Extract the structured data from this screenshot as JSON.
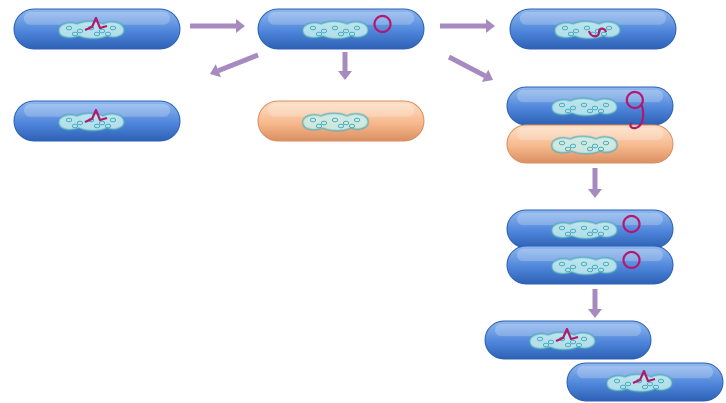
{
  "diagram": {
    "colors": {
      "background": "#ffffff",
      "blue_cell_light": "#8fb8ee",
      "blue_cell": "#4f86db",
      "blue_cell_dark": "#2d61b5",
      "orange_cell_light": "#fde0c6",
      "orange_cell": "#f7b98d",
      "orange_cell_dark": "#d98f61",
      "nucleoid": "#c8f0ef",
      "nucleoid_outline": "#3aa8b8",
      "plasmid": "#b3186e",
      "arrow": "#a78bc0"
    },
    "cells": [
      {
        "id": "donor-start",
        "kind": "blue-cell",
        "insert": "integrated-plasmid"
      },
      {
        "id": "excised",
        "kind": "blue-cell",
        "insert": "free-plasmid"
      },
      {
        "id": "reintegrated",
        "kind": "blue-cell",
        "insert": "integrated-loop"
      },
      {
        "id": "donor-stable",
        "kind": "blue-cell",
        "insert": "integrated-plasmid"
      },
      {
        "id": "cured",
        "kind": "orange-cell",
        "insert": "none"
      },
      {
        "id": "conjugating-donor",
        "kind": "blue-cell",
        "insert": "transfer-plasmid"
      },
      {
        "id": "recipient",
        "kind": "orange-cell",
        "insert": "none"
      },
      {
        "id": "transconjugant-a",
        "kind": "blue-cell",
        "insert": "free-plasmid"
      },
      {
        "id": "transconjugant-b",
        "kind": "blue-cell",
        "insert": "free-plasmid"
      },
      {
        "id": "integrated-a",
        "kind": "blue-cell",
        "insert": "integrated-plasmid"
      },
      {
        "id": "integrated-b",
        "kind": "blue-cell",
        "insert": "integrated-plasmid"
      }
    ],
    "arrows": [
      {
        "id": "donor-to-excised",
        "from": "donor-start",
        "to": "excised"
      },
      {
        "id": "excised-to-reintegrated",
        "from": "excised",
        "to": "reintegrated"
      },
      {
        "id": "excised-to-stable",
        "from": "excised",
        "to": "donor-stable"
      },
      {
        "id": "excised-to-cured",
        "from": "excised",
        "to": "cured"
      },
      {
        "id": "excised-to-conjugation",
        "from": "excised",
        "to": "conjugating-donor"
      },
      {
        "id": "conjugation-to-transconjugants",
        "from": "recipient",
        "to": "transconjugant-a"
      },
      {
        "id": "transconjugants-to-integration",
        "from": "transconjugant-b",
        "to": "integrated-a"
      }
    ]
  }
}
